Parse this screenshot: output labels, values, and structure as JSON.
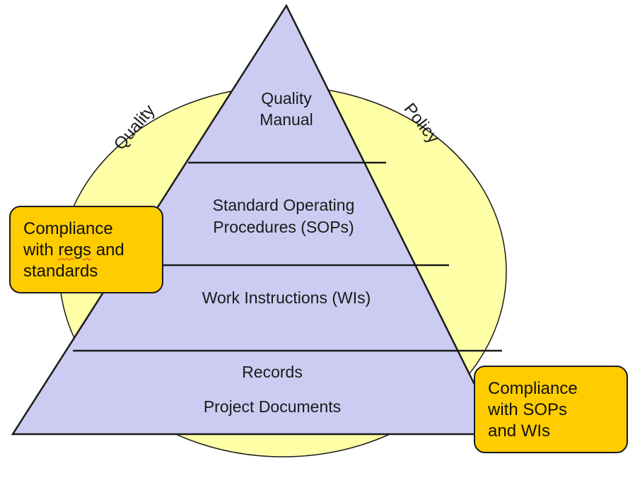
{
  "circle_labels": {
    "left": "Quality",
    "right": "Policy"
  },
  "pyramid": {
    "levels": [
      {
        "lines": [
          "Quality",
          "Manual"
        ]
      },
      {
        "lines": [
          "Standard Operating",
          "Procedures (SOPs)"
        ]
      },
      {
        "lines": [
          "Work Instructions (WIs)"
        ]
      },
      {
        "lines": [
          "Records",
          "Project Documents"
        ]
      }
    ]
  },
  "callouts": {
    "left": {
      "line1": "Compliance",
      "line2_a": "with ",
      "line2_b": "regs",
      "line2_c": " and",
      "line3": "standards"
    },
    "right": {
      "line1": "Compliance",
      "line2": "with SOPs",
      "line3": "and WIs"
    }
  },
  "colors": {
    "circle_fill": "#ffffa8",
    "pyramid_fill": "#ccccf2",
    "callout_fill": "#ffcc00",
    "outline": "#1a1a1a"
  }
}
